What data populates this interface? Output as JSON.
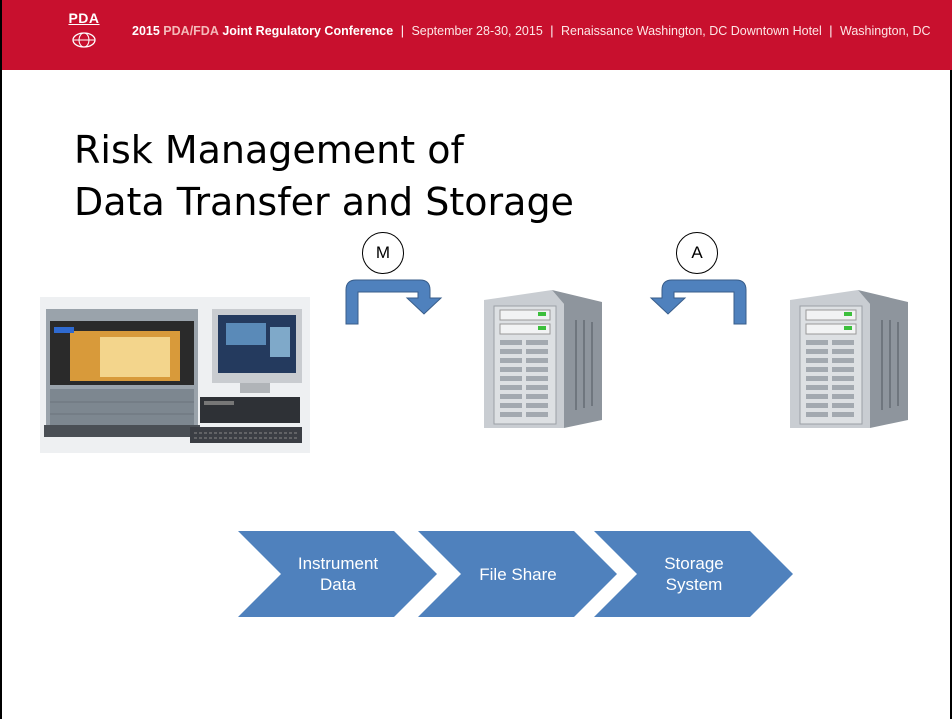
{
  "header": {
    "logo_text": "PDA",
    "year": "2015",
    "org": "PDA/FDA",
    "conference": "Joint Regulatory Conference",
    "dates": "September 28-30, 2015",
    "venue": "Renaissance Washington, DC Downtown Hotel",
    "city": "Washington, DC",
    "separator": "|"
  },
  "title": {
    "line1": "Risk Management of",
    "line2": "Data Transfer and Storage"
  },
  "flow_markers": {
    "manual": "M",
    "automatic": "A"
  },
  "process": {
    "steps": [
      {
        "label": "Instrument\nData"
      },
      {
        "label": "File Share"
      },
      {
        "label": "Storage\nSystem"
      }
    ]
  },
  "colors": {
    "header_red": "#c8102e",
    "arrow_blue": "#4f81bd",
    "chevron_blue": "#4f81bd"
  },
  "icons": [
    "pda-logo-icon",
    "curved-arrow-right-icon",
    "curved-arrow-left-icon",
    "server-tower-icon"
  ]
}
